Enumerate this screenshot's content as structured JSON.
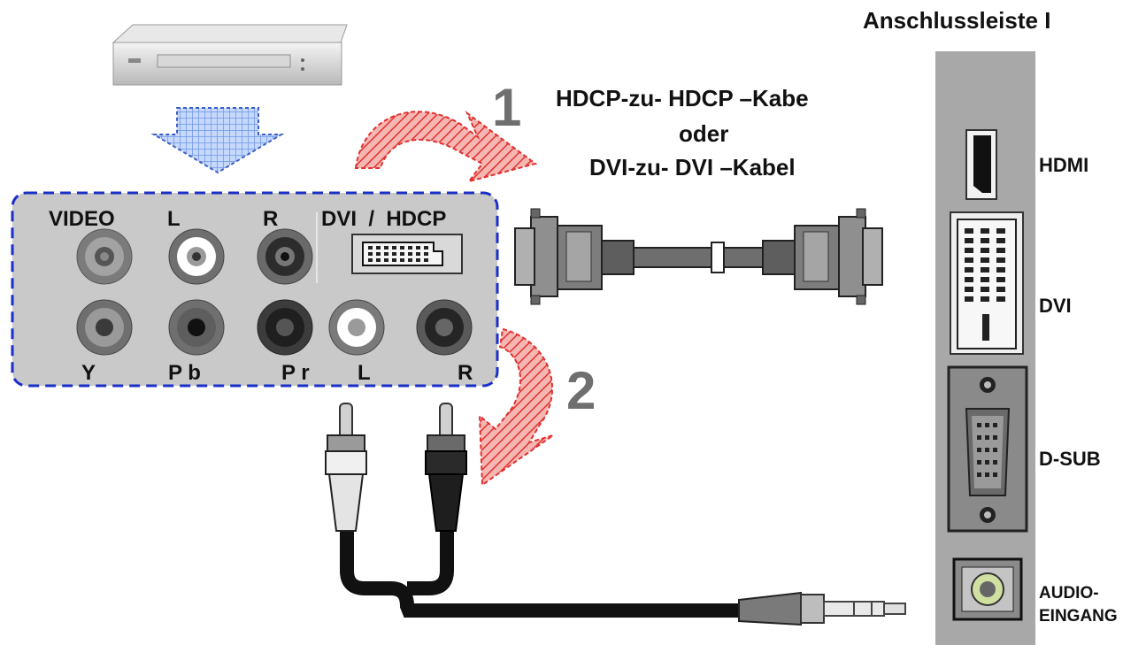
{
  "panel": {
    "title": "Anschlussleiste I",
    "ports": {
      "hdmi": "HDMI",
      "dvi": "DVI",
      "dsub": "D-SUB",
      "audio_line1": "AUDIO-",
      "audio_line2": "EINGANG"
    }
  },
  "source_panel": {
    "top_labels": {
      "video": "VIDEO",
      "l": "L",
      "r": "R",
      "dvi_hdcp": "DVI  /  HDCP"
    },
    "bottom_labels": {
      "y": "Y",
      "pb": "P b",
      "pr": "P r",
      "l": "L",
      "r": "R"
    }
  },
  "steps": {
    "step1": "1",
    "step2": "2"
  },
  "cable_text": {
    "line1": "HDCP-zu- HDCP –Kabe",
    "line2": "oder",
    "line3": "DVI-zu- DVI –Kabel"
  },
  "colors": {
    "arrow_red": "#e0312f",
    "arrow_blue": "#7ea7ea",
    "dashed_border": "#1b2fc9",
    "panel_gray": "#c8c8c8",
    "tv_panel_gray": "#a9a9a9"
  }
}
